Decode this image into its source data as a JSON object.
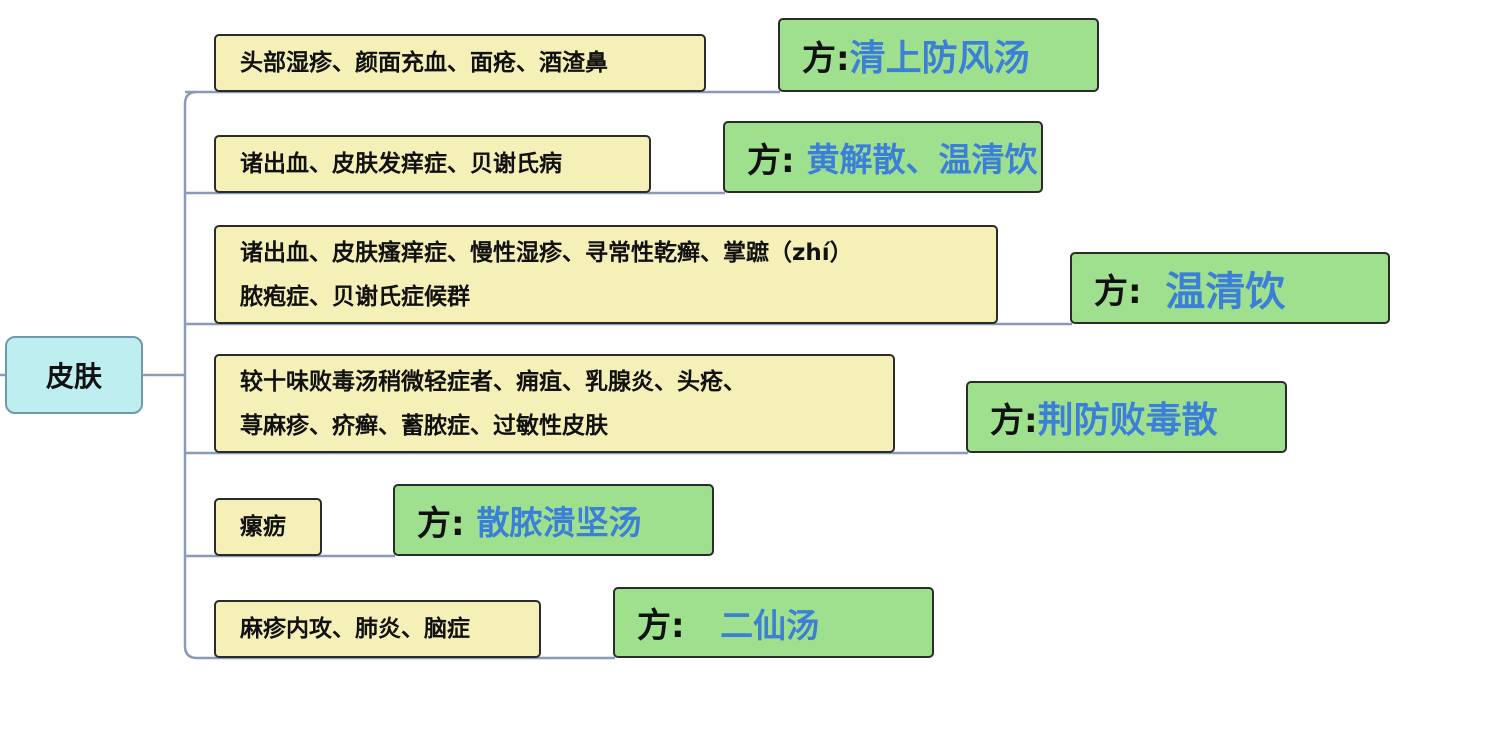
{
  "root": {
    "label": "皮肤"
  },
  "branches": [
    {
      "condition": "头部湿疹、颜面充血、面疮、酒渣鼻",
      "prefix": "方:",
      "formula": "清上防风汤"
    },
    {
      "condition": "诸出血、皮肤发痒症、贝谢氏病",
      "prefix": "方: ",
      "formula": "黄解散、温清饮"
    },
    {
      "condition": "诸出血、皮肤瘙痒症、慢性湿疹、寻常性乾癣、掌蹠（zhí）\n脓疱症、贝谢氏症候群",
      "prefix": "方:  ",
      "formula": "温清饮"
    },
    {
      "condition": "较十味败毒汤稍微轻症者、痈疽、乳腺炎、头疮、\n荨麻疹、疥癣、蓄脓症、过敏性皮肤",
      "prefix": "方:",
      "formula": "荆防败毒散"
    },
    {
      "condition": "瘰疬",
      "prefix": "方: ",
      "formula": "散脓溃坚汤"
    },
    {
      "condition": "麻疹内攻、肺炎、脑症",
      "prefix": "方:   ",
      "formula": "二仙汤"
    }
  ],
  "colors": {
    "root_fill": "#bfeef0",
    "condition_fill": "#f5f0b8",
    "formula_fill": "#9fe08e",
    "formula_text": "#3b7fd8",
    "connector": "#8a9bb5"
  }
}
